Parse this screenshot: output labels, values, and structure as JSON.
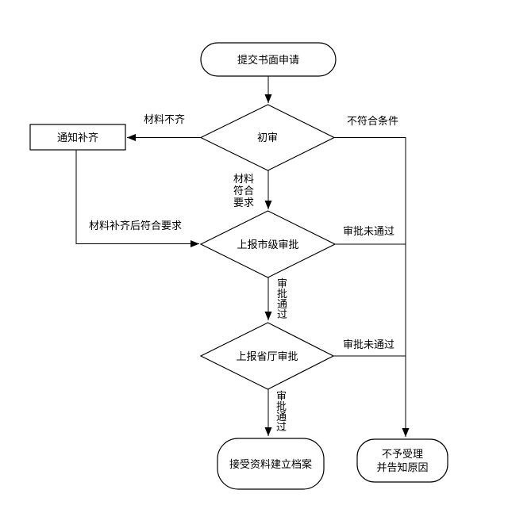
{
  "colors": {
    "line": "#000000",
    "text": "#000000",
    "background": "#ffffff"
  },
  "flowchart": {
    "nodes": {
      "start": {
        "label": "提交书面申请",
        "shape": "terminator"
      },
      "notify": {
        "label": "通知补齐",
        "shape": "process"
      },
      "initial_review": {
        "label": "初审",
        "shape": "decision"
      },
      "city_approval": {
        "label": "上报市级审批",
        "shape": "decision"
      },
      "province_approval": {
        "label": "上报省厅审批",
        "shape": "decision"
      },
      "accept_archive": {
        "label": "接受资料建立档案",
        "shape": "terminator"
      },
      "reject": {
        "line1": "不予受理",
        "line2": "并告知原因",
        "shape": "terminator"
      }
    },
    "edge_labels": {
      "materials_incomplete": "材料不齐",
      "not_qualified": "不符合条件",
      "materials_meet_requirements": "材料符合要求",
      "materials_completed_meet_requirements": "材料补齐后符合要求",
      "city_approval_failed": "审批未通过",
      "city_approval_passed": "审批通过",
      "province_approval_failed": "审批未通过",
      "province_approval_passed": "审批通过"
    }
  }
}
